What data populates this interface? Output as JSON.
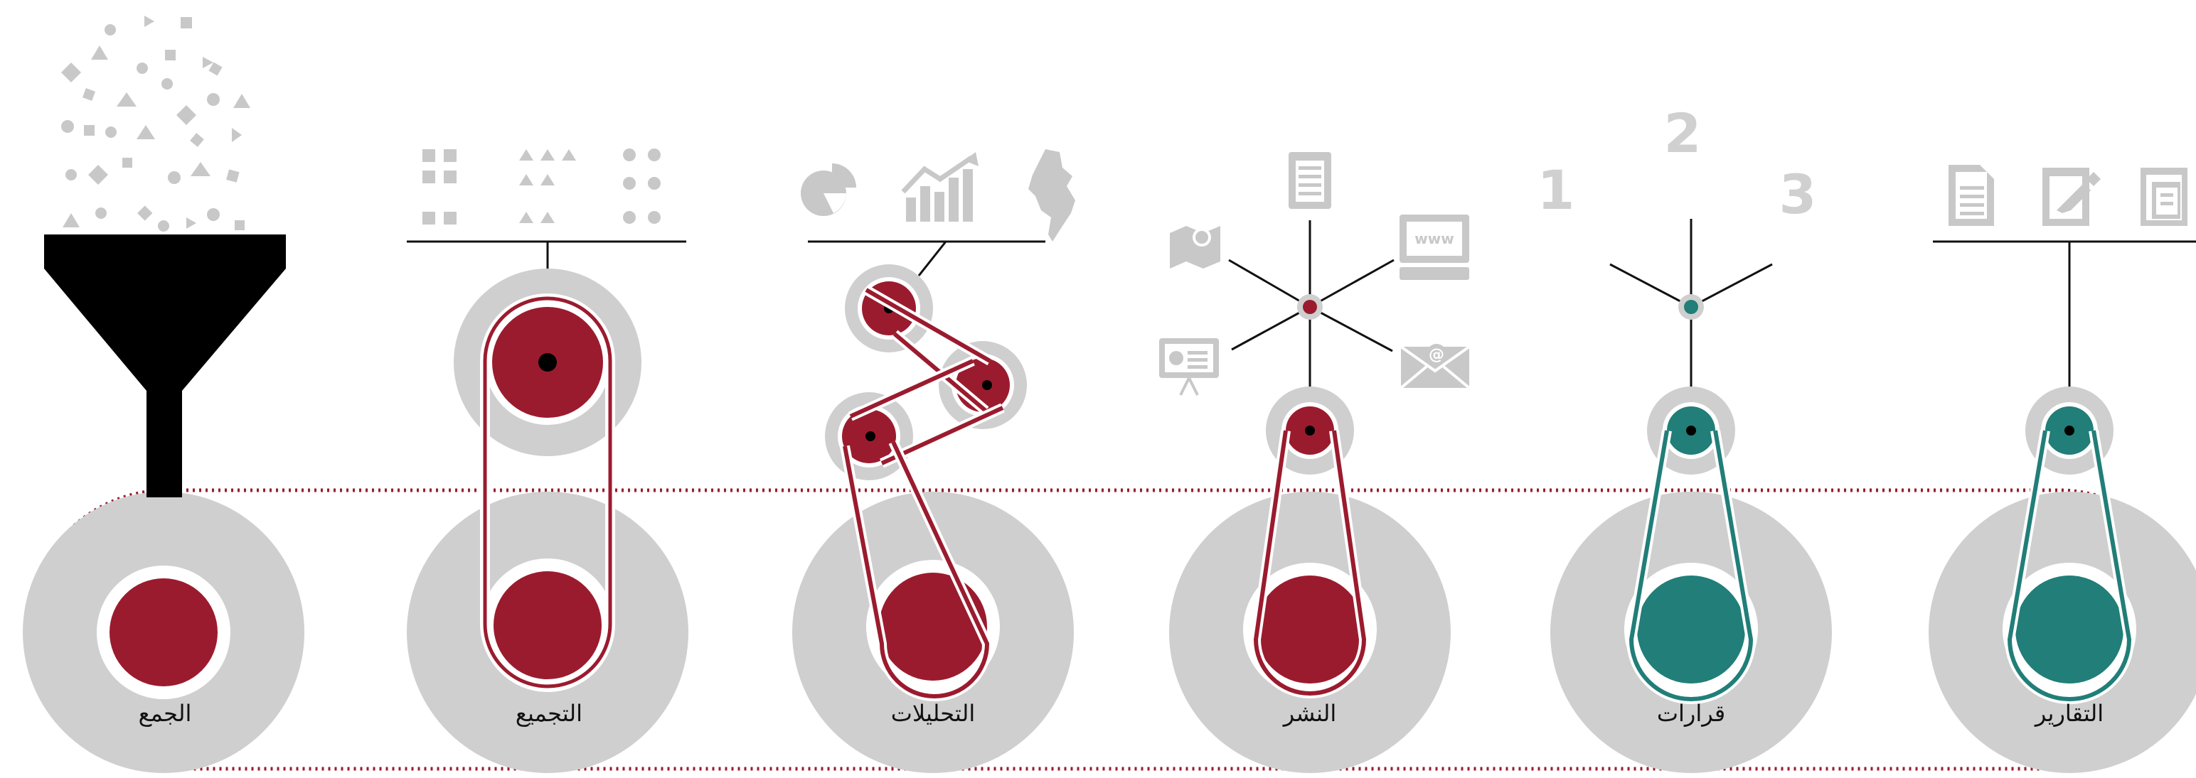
{
  "colors": {
    "red": "#9b1b2e",
    "teal": "#217e78",
    "gray": "#cfcfcf",
    "icon_gray": "#c8c8c8",
    "black": "#000000",
    "line": "#111111"
  },
  "stages": [
    {
      "label": "الجمع",
      "color": "red",
      "icon": "funnel-icon"
    },
    {
      "label": "التجميع",
      "color": "red",
      "icon": "grid-squares-triangles-dots-icon"
    },
    {
      "label": "التحليلات",
      "color": "red",
      "icon": "pie-bar-map-icon"
    },
    {
      "label": "النشر",
      "color": "red",
      "icon": "map-document-presentation-web-mail-icon"
    },
    {
      "label": "قرارات",
      "color": "teal",
      "icon": "numbers-1-2-3-icon"
    },
    {
      "label": "التقارير",
      "color": "teal",
      "icon": "documents-icon"
    }
  ],
  "decisions": {
    "n1": "1",
    "n2": "2",
    "n3": "3"
  },
  "web_icon_text": "www",
  "mail_icon_text": "@"
}
